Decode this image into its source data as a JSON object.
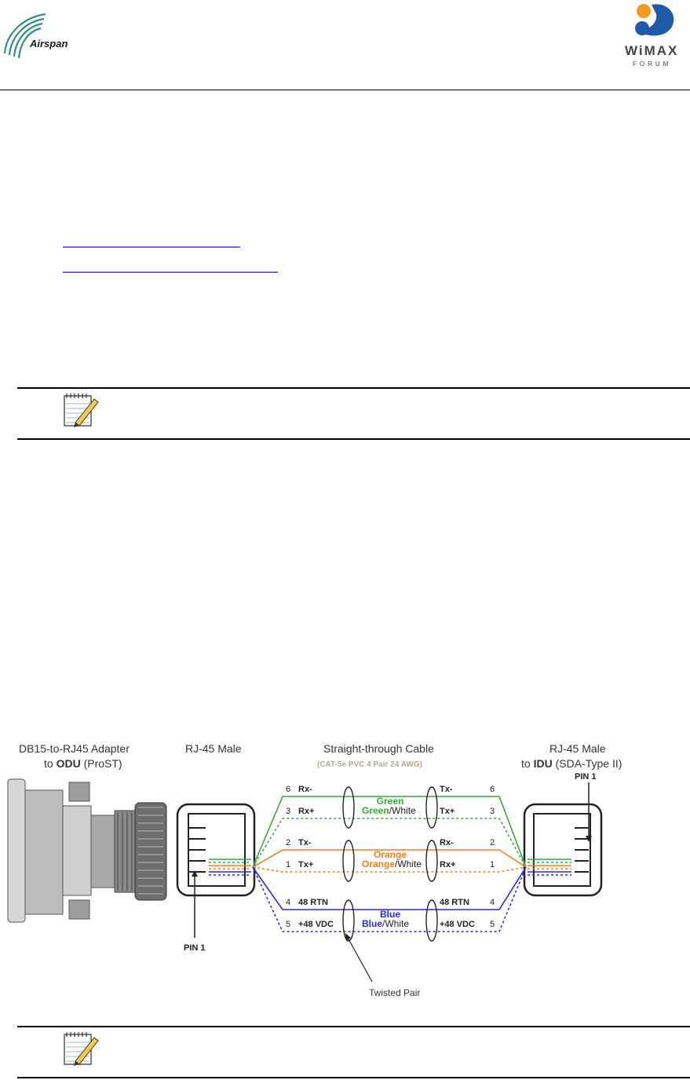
{
  "header": {
    "airspan_logo_text": "Airspan",
    "wimax_logo_text": "WiMAX",
    "wimax_logo_subtext": "FORUM"
  },
  "links": [
    "",
    ""
  ],
  "notes": [
    {
      "icon": "notepad-pencil-icon"
    },
    {
      "icon": "notepad-pencil-icon"
    }
  ],
  "figure": {
    "left_label_1": "DB15-to-RJ45 Adapter",
    "left_label_2_prefix": "to ",
    "left_label_2_bold": "ODU",
    "left_label_2_suffix": " (ProST)",
    "rj45_label": "RJ-45 Male",
    "cable_title": "Straight-through Cable",
    "cable_subtitle": "(CAT-5e PVC 4 Pair 24 AWG)",
    "right_label_1": "RJ-45 Male",
    "right_label_2_prefix": "to ",
    "right_label_2_bold": "IDU",
    "right_label_2_suffix": " (SDA-Type II)",
    "pin1_left": "PIN 1",
    "pin1_right": "PIN 1",
    "twisted_pair": "Twisted Pair",
    "wires": [
      {
        "left_pin": "6",
        "left_sig": "Rx-",
        "right_sig": "Tx-",
        "right_pin": "6",
        "color": "#3aa83a",
        "dashed": false
      },
      {
        "left_pin": "3",
        "left_sig": "Rx+",
        "right_sig": "Tx+",
        "right_pin": "3",
        "color": "#3aa83a",
        "dashed": true
      },
      {
        "left_pin": "2",
        "left_sig": "Tx-",
        "right_sig": "Rx-",
        "right_pin": "2",
        "color": "#f08020",
        "dashed": false
      },
      {
        "left_pin": "1",
        "left_sig": "Tx+",
        "right_sig": "Rx+",
        "right_pin": "1",
        "color": "#f08020",
        "dashed": true
      },
      {
        "left_pin": "4",
        "left_sig": "48 RTN",
        "right_sig": "48 RTN",
        "right_pin": "4",
        "color": "#2a2ad8",
        "dashed": false
      },
      {
        "left_pin": "5",
        "left_sig": "+48 VDC",
        "right_sig": "+48 VDC",
        "right_pin": "5",
        "color": "#2a2ad8",
        "dashed": true
      }
    ],
    "pairs": [
      {
        "name": "Green",
        "name_white": "Green",
        "white_suffix": "/White",
        "color": "#3aa83a"
      },
      {
        "name": "Orange",
        "name_white": "Orange",
        "white_suffix": "/White",
        "color": "#f08020"
      },
      {
        "name": "Blue",
        "name_white": "Blue",
        "white_suffix": "/White",
        "color": "#2a2ad8"
      }
    ]
  }
}
